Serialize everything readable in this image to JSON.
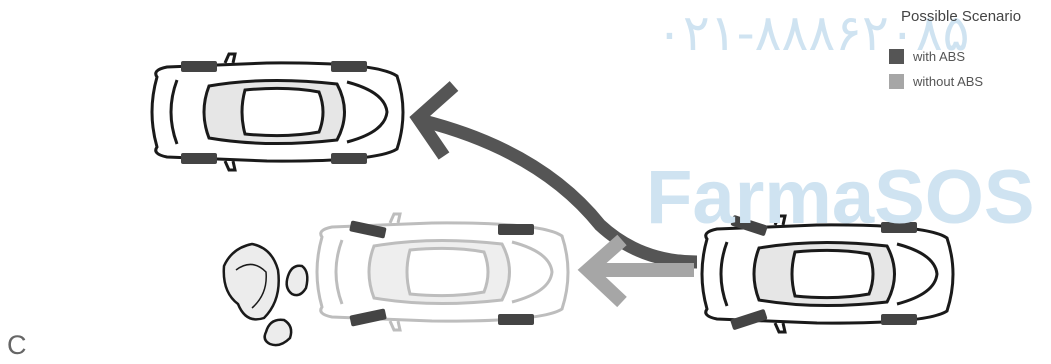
{
  "watermark": {
    "phone": "۰۲۱-۸۸۸۶۲۰۸۵",
    "brand": "FarmaSOS"
  },
  "legend": {
    "title": "Possible Scenario",
    "items": [
      {
        "label": "with ABS",
        "color": "#555555"
      },
      {
        "label": "without ABS",
        "color": "#a6a6a6"
      }
    ]
  },
  "panel_label": "C",
  "colors": {
    "path_with_abs": "#555555",
    "path_without_abs": "#a6a6a6",
    "car_outline": "#1a1a1a",
    "car_outline_faded": "#bdbdbd",
    "tire": "#444444",
    "cabin": "#e6e6e6"
  }
}
